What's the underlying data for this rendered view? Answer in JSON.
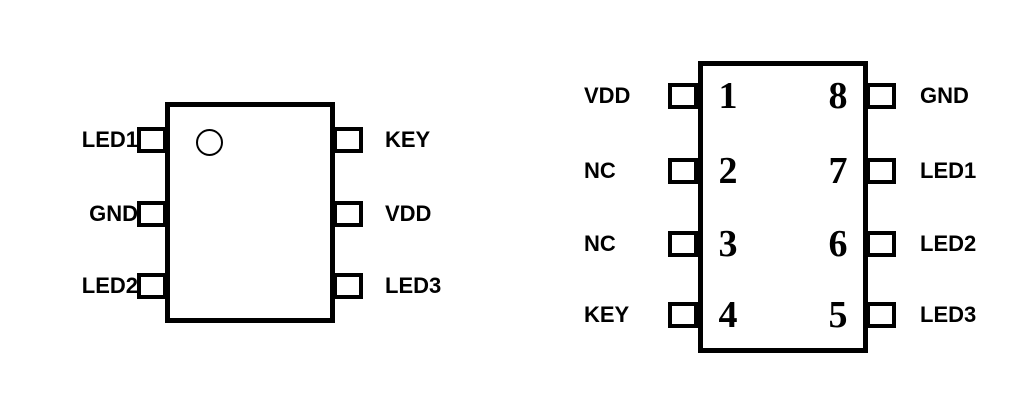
{
  "colors": {
    "line": "#000000",
    "background": "#ffffff"
  },
  "pkg6": {
    "left_pins": [
      {
        "label": "LED1"
      },
      {
        "label": "GND"
      },
      {
        "label": "LED2"
      }
    ],
    "right_pins": [
      {
        "label": "KEY"
      },
      {
        "label": "VDD"
      },
      {
        "label": "LED3"
      }
    ]
  },
  "pkg8": {
    "left_pins": [
      {
        "number": "1",
        "label": "VDD"
      },
      {
        "number": "2",
        "label": "NC"
      },
      {
        "number": "3",
        "label": "NC"
      },
      {
        "number": "4",
        "label": "KEY"
      }
    ],
    "right_pins": [
      {
        "number": "8",
        "label": "GND"
      },
      {
        "number": "7",
        "label": "LED1"
      },
      {
        "number": "6",
        "label": "LED2"
      },
      {
        "number": "5",
        "label": "LED3"
      }
    ]
  }
}
